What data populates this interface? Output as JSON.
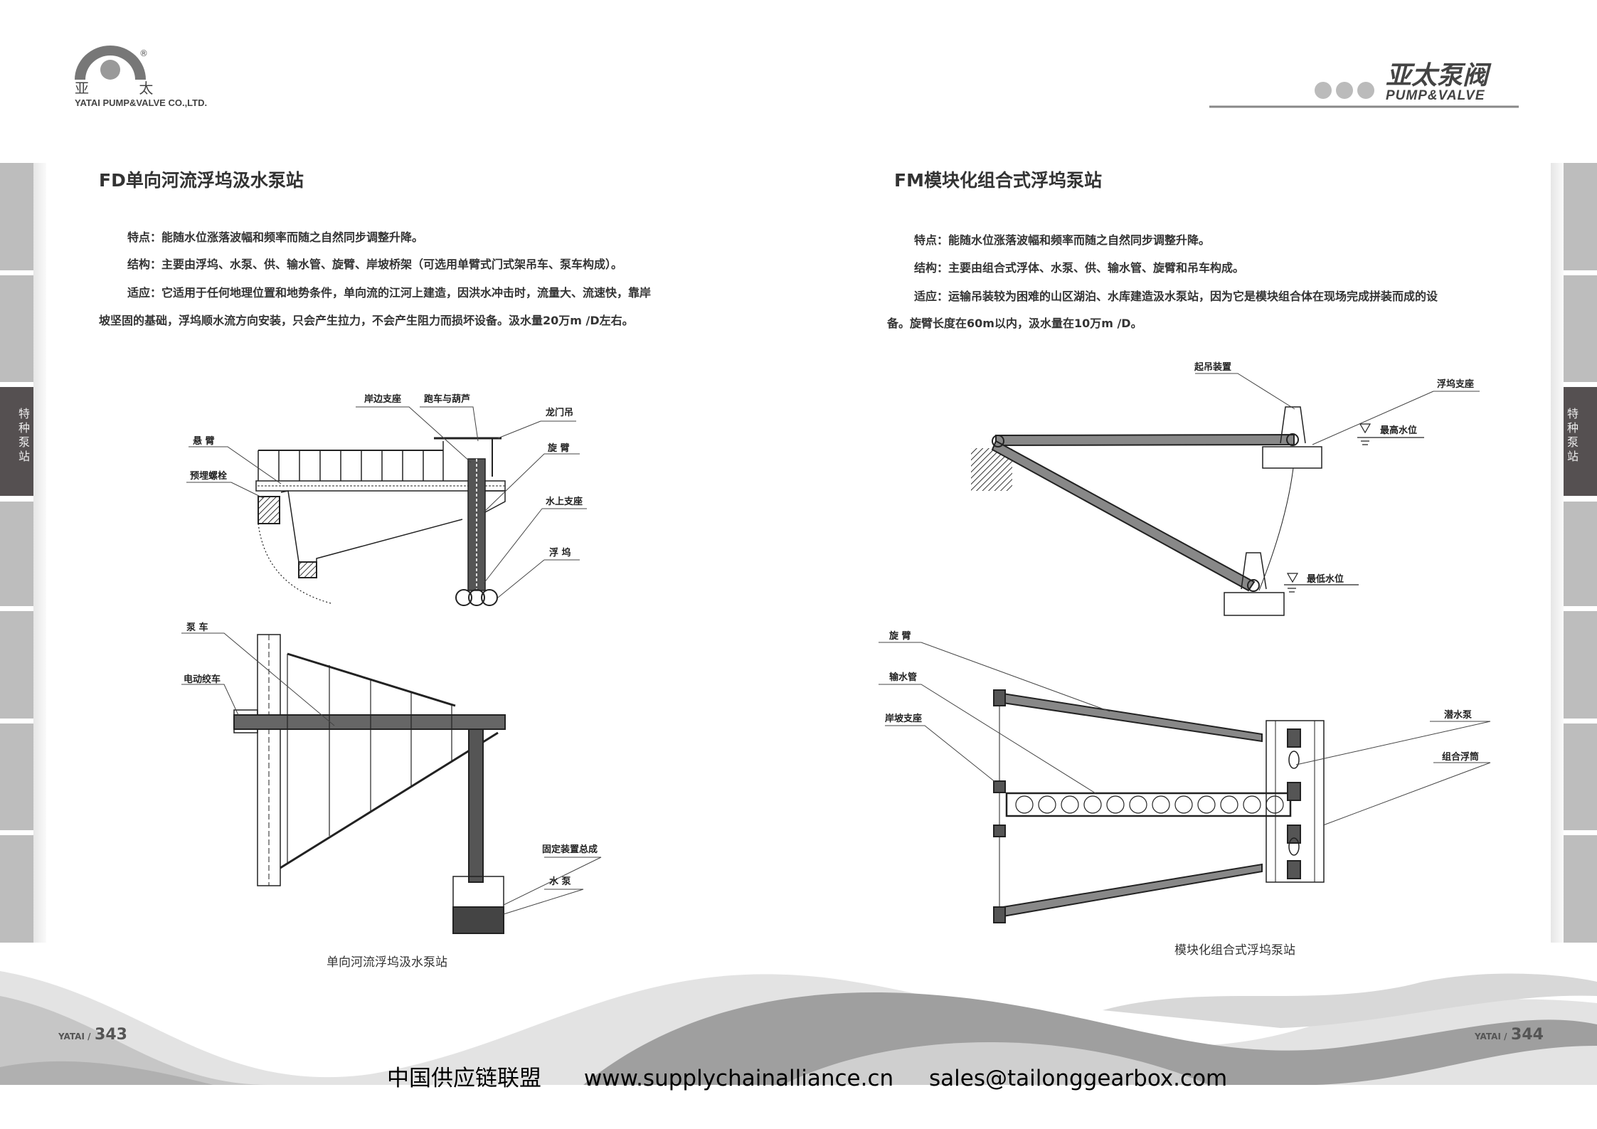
{
  "header": {
    "left_logo": {
      "cn": "亚 太",
      "en": "YATAI PUMP&VALVE CO.,LTD.",
      "registered": "®"
    },
    "right_logo": {
      "cn": "亚太泵阀",
      "en": "PUMP&VALVE"
    }
  },
  "side_tab": {
    "active_label": "特种泵站"
  },
  "left_page": {
    "title": "FD单向河流浮坞汲水泵站",
    "lines": [
      "特点：能随水位涨落波幅和频率而随之自然同步调整升降。",
      "结构：主要由浮坞、水泵、供、输水管、旋臂、岸坡桥架（可选用单臂式门式架吊车、泵车构成）。",
      "适应：它适用于任何地理位置和地势条件，单向流的江河上建造，因洪水冲击时，流量大、流速快，靠岸",
      "坡坚固的基础，浮坞顺水流方向安装，只会产生拉力，不会产生阻力而损坏设备。汲水量20万m  /D左右。"
    ],
    "diagram_top_labels": {
      "shore_support": "岸边支座",
      "trolley_hoist": "跑车与葫芦",
      "gantry_crane": "龙门吊",
      "cantilever": "悬 臂",
      "swing_arm": "旋 臂",
      "embedded_bolt": "预埋螺栓",
      "water_support": "水上支座",
      "pontoon": "浮 坞"
    },
    "diagram_bottom_labels": {
      "pump_car": "泵 车",
      "electric_winch": "电动绞车",
      "fixing_assembly": "固定装置总成",
      "water_pump": "水 泵"
    },
    "caption": "单向河流浮坞汲水泵站",
    "page_number": {
      "brand": "YATAI /",
      "number": "343"
    }
  },
  "right_page": {
    "title": "FM模块化组合式浮坞泵站",
    "lines": [
      "特点：能随水位涨落波幅和频率而随之自然同步调整升降。",
      "结构：主要由组合式浮体、水泵、供、输水管、旋臂和吊车构成。",
      "适应：运输吊装较为困难的山区湖泊、水库建造汲水泵站，因为它是模块组合体在现场完成拼装而成的设",
      "备。旋臂长度在60m以内，汲水量在10万m  /D。"
    ],
    "diagram_top_labels": {
      "lifting_device": "起吊装置",
      "pontoon_support": "浮坞支座",
      "highest_level": "最高水位",
      "lowest_level": "最低水位"
    },
    "diagram_bottom_labels": {
      "swing_arm": "旋 臂",
      "water_pipe": "输水管",
      "slope_support": "岸坡支座",
      "submersible_pump": "潜水泵",
      "combined_float": "组合浮筒"
    },
    "caption": "模块化组合式浮坞泵站",
    "page_number": {
      "brand": "YATAI /",
      "number": "344"
    }
  },
  "footer": {
    "alliance": "中国供应链联盟",
    "website": "www.supplychainalliance.cn",
    "email": "sales@tailonggearbox.com"
  },
  "colors": {
    "tab_active": "#555051",
    "tab": "#bdbdbd",
    "wave_dark": "#9a9a9a",
    "wave_light": "#d4d4d4"
  }
}
